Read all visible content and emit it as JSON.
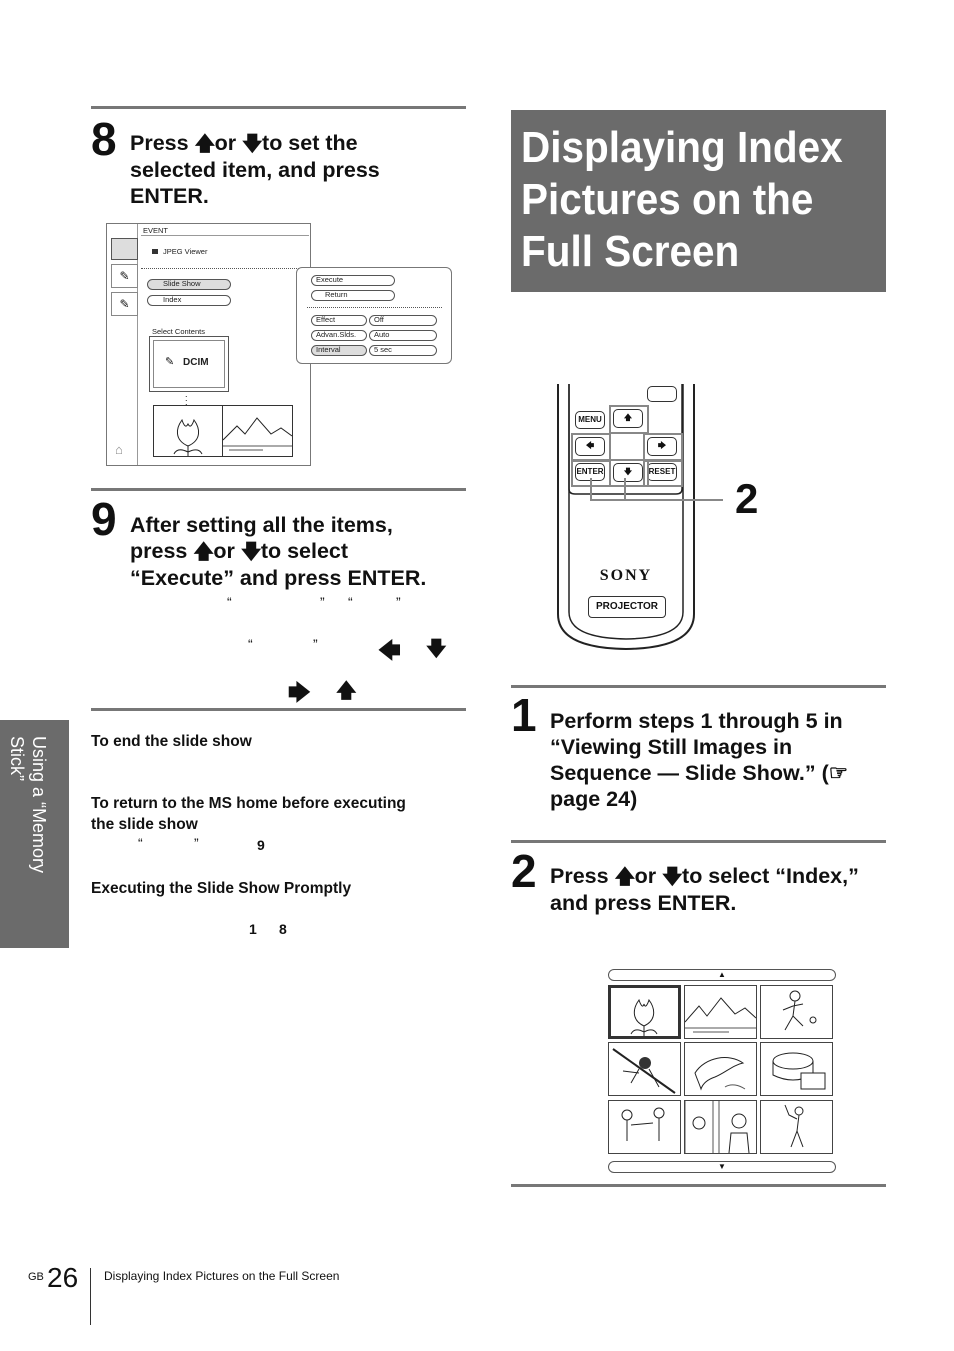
{
  "title": {
    "lines": [
      "Displaying Index",
      "Pictures on the",
      "Full Screen"
    ]
  },
  "side_tab": {
    "line1": "Using a “Memory",
    "line2": "Stick”"
  },
  "step8": {
    "number": "8",
    "line1a": "Press",
    "line1b": "or",
    "line1c": "to set the",
    "line2": "selected item, and press",
    "line3": "ENTER."
  },
  "menu_screen": {
    "event_label": "EVENT",
    "jpeg_viewer": "JPEG Viewer",
    "slide_show": "Slide Show",
    "index": "Index",
    "select_contents": "Select Contents",
    "dcim": "DCIM",
    "popup": {
      "execute": "Execute",
      "return": "Return",
      "effect_label": "Effect",
      "effect_value": "Off",
      "advan_label": "Advan.Slds.",
      "advan_value": "Auto",
      "interval_label": "Interval",
      "interval_value": "5 sec"
    }
  },
  "step9": {
    "number": "9",
    "line1": "After setting all the items,",
    "line2a": "press",
    "line2b": "or",
    "line2c": "to select",
    "line3": "“Execute”  and press ENTER."
  },
  "step9_fragments": {
    "q1": "“",
    "q2": "”",
    "q3": "“",
    "q4": "”",
    "q5": "“",
    "q6": "”"
  },
  "subheads": {
    "end_slide_show": "To end the slide show",
    "return_ms_line1": "To return to the MS home before executing",
    "return_ms_line2": "the slide show",
    "executing": "Executing the Slide Show Promptly"
  },
  "sub_fragments": {
    "q7": "“",
    "q8": "”",
    "nine": "9",
    "one": "1",
    "eight": "8"
  },
  "remote": {
    "menu": "MENU",
    "enter": "ENTER",
    "reset": "RESET",
    "brand": "SONY",
    "projector": "PROJECTOR",
    "callout": "2"
  },
  "step1": {
    "number": "1",
    "line1": "Perform steps 1 through 5 in",
    "line2": "“Viewing Still Images in",
    "line3": "Sequence — Slide Show.” (",
    "line4": "page 24)"
  },
  "step2": {
    "number": "2",
    "line1a": "Press",
    "line1b": "or",
    "line1c": "to select “Index,”",
    "line2": "and press ENTER."
  },
  "index_grid": {
    "rows": 3,
    "cols": 3
  },
  "footer": {
    "gb": "GB",
    "page": "26",
    "title": "Displaying Index Pictures on the Full Screen"
  },
  "colors": {
    "banner": "#6b6b6b",
    "rule": "#777777"
  },
  "icons": [
    "up-arrow-icon",
    "down-arrow-icon",
    "left-arrow-icon",
    "right-arrow-icon",
    "pointing-hand-icon"
  ]
}
